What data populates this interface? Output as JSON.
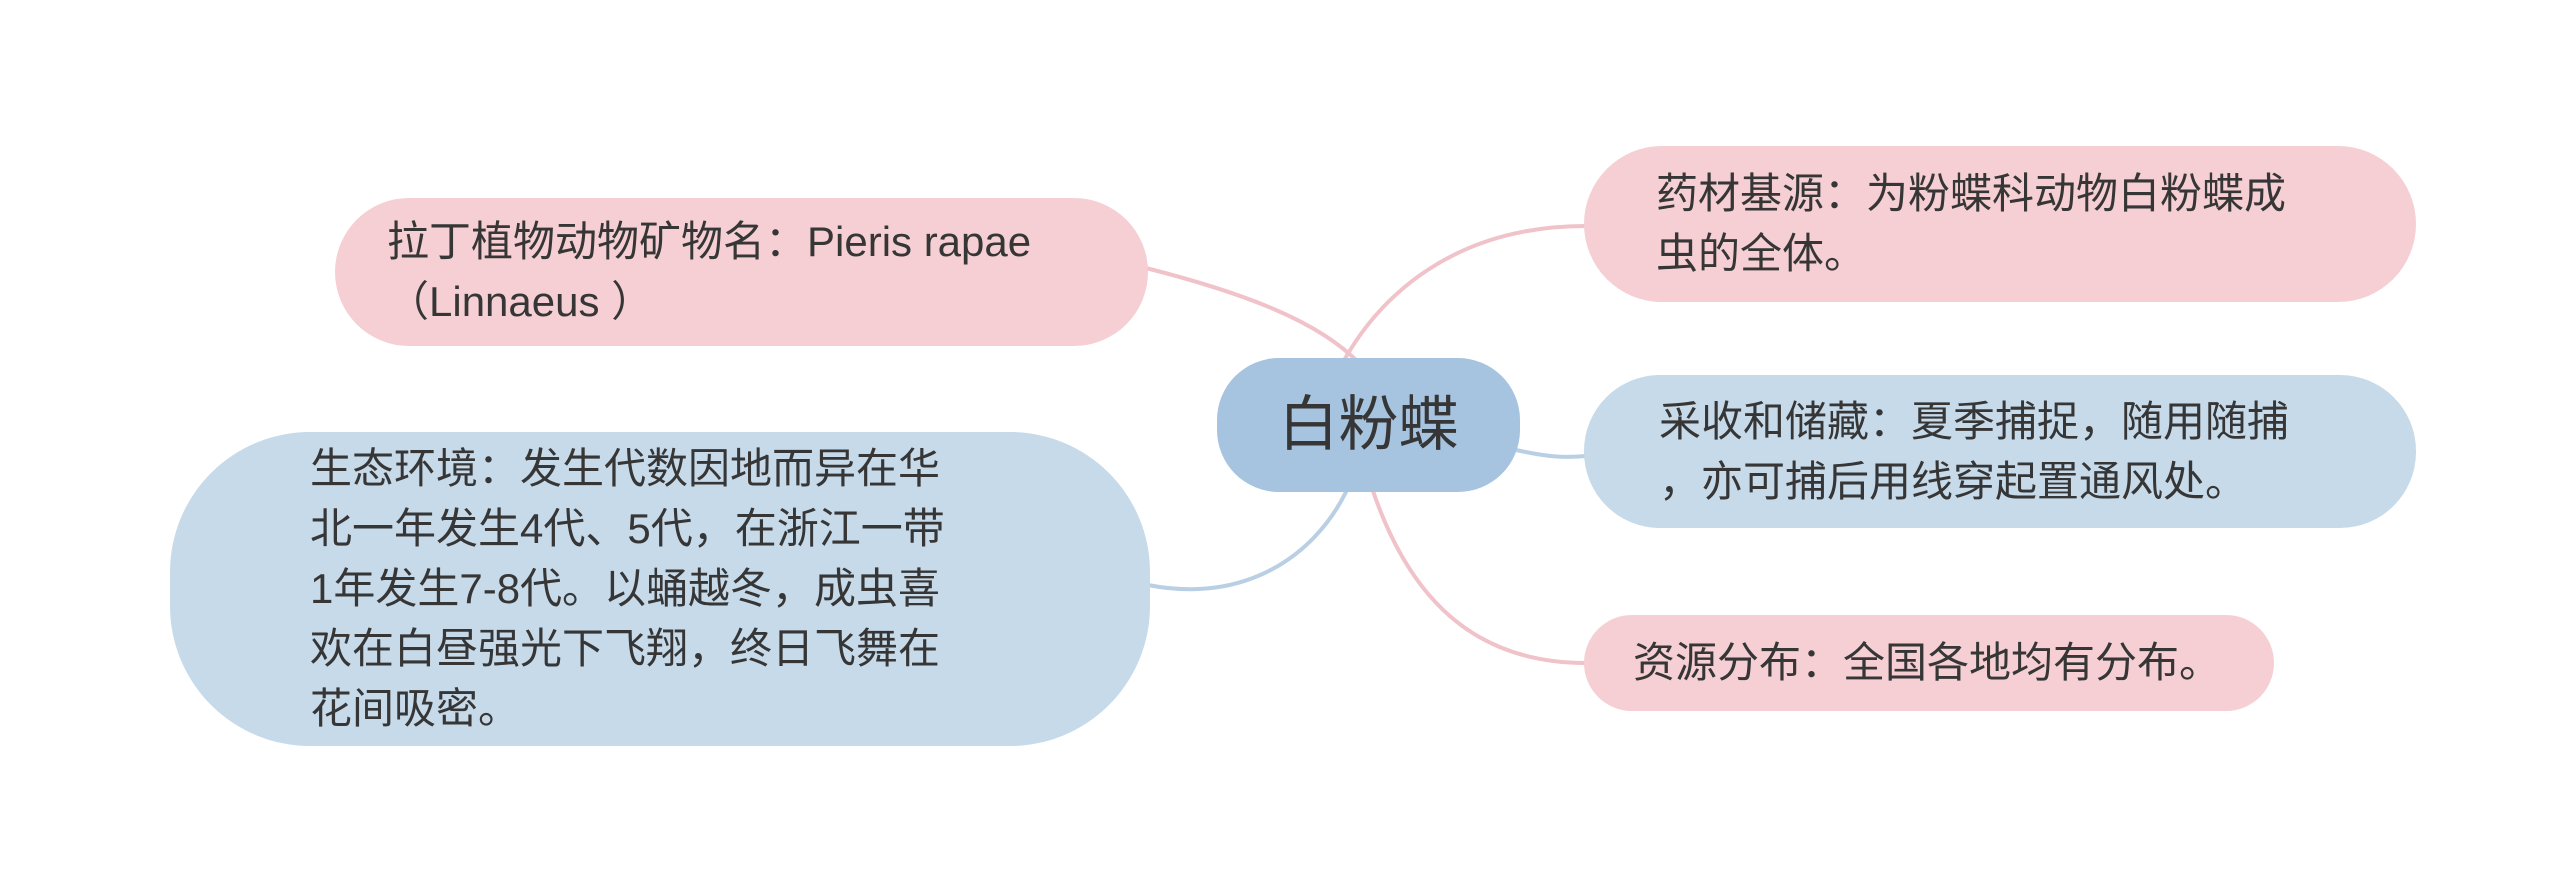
{
  "mindmap": {
    "root": {
      "label": "白粉蝶",
      "fill": "#a6c3df"
    },
    "branches": [
      {
        "id": "latin-name",
        "side": "left",
        "fill": "#f5cfd3",
        "text": "拉丁植物动物矿物名：Pieris rapae（Linnaeus ）",
        "lines": [
          "拉丁植物动物矿物名：Pieris rapae",
          "（Linnaeus ）"
        ]
      },
      {
        "id": "ecology",
        "side": "left",
        "fill": "#c7daea",
        "text": "生态环境：发生代数因地而异在华北一年发生4代、5代，在浙江一带1年发生7-8代。以蛹越冬，成虫喜欢在白昼强光下飞翔，终日飞舞在花间吸密。",
        "lines": [
          "生态环境：发生代数因地而异在华",
          "北一年发生4代、5代，在浙江一带",
          "1年发生7-8代。以蛹越冬，成虫喜",
          "欢在白昼强光下飞翔，终日飞舞在",
          "花间吸密。"
        ]
      },
      {
        "id": "medicinal-source",
        "side": "right",
        "fill": "#f5cfd3",
        "text": "药材基源：为粉蝶科动物白粉蝶成虫的全体。",
        "lines": [
          "药材基源：为粉蝶科动物白粉蝶成",
          "虫的全体。"
        ]
      },
      {
        "id": "harvest-storage",
        "side": "right",
        "fill": "#c7daea",
        "text": "采收和储藏：夏季捕捉，随用随捕，亦可捕后用线穿起置通风处。",
        "lines": [
          "采收和储藏：夏季捕捉，随用随捕",
          "，亦可捕后用线穿起置通风处。"
        ]
      },
      {
        "id": "distribution",
        "side": "right",
        "fill": "#f5cfd3",
        "text": "资源分布：全国各地均有分布。",
        "lines": [
          "资源分布：全国各地均有分布。"
        ]
      }
    ],
    "colors": {
      "background": "#ffffff",
      "pink_fill": "#f5cfd3",
      "blue_fill": "#c7daea",
      "root_fill": "#a6c3df",
      "pink_line": "#f0c2c9",
      "blue_line": "#b9cfe4",
      "text": "#363636"
    }
  }
}
